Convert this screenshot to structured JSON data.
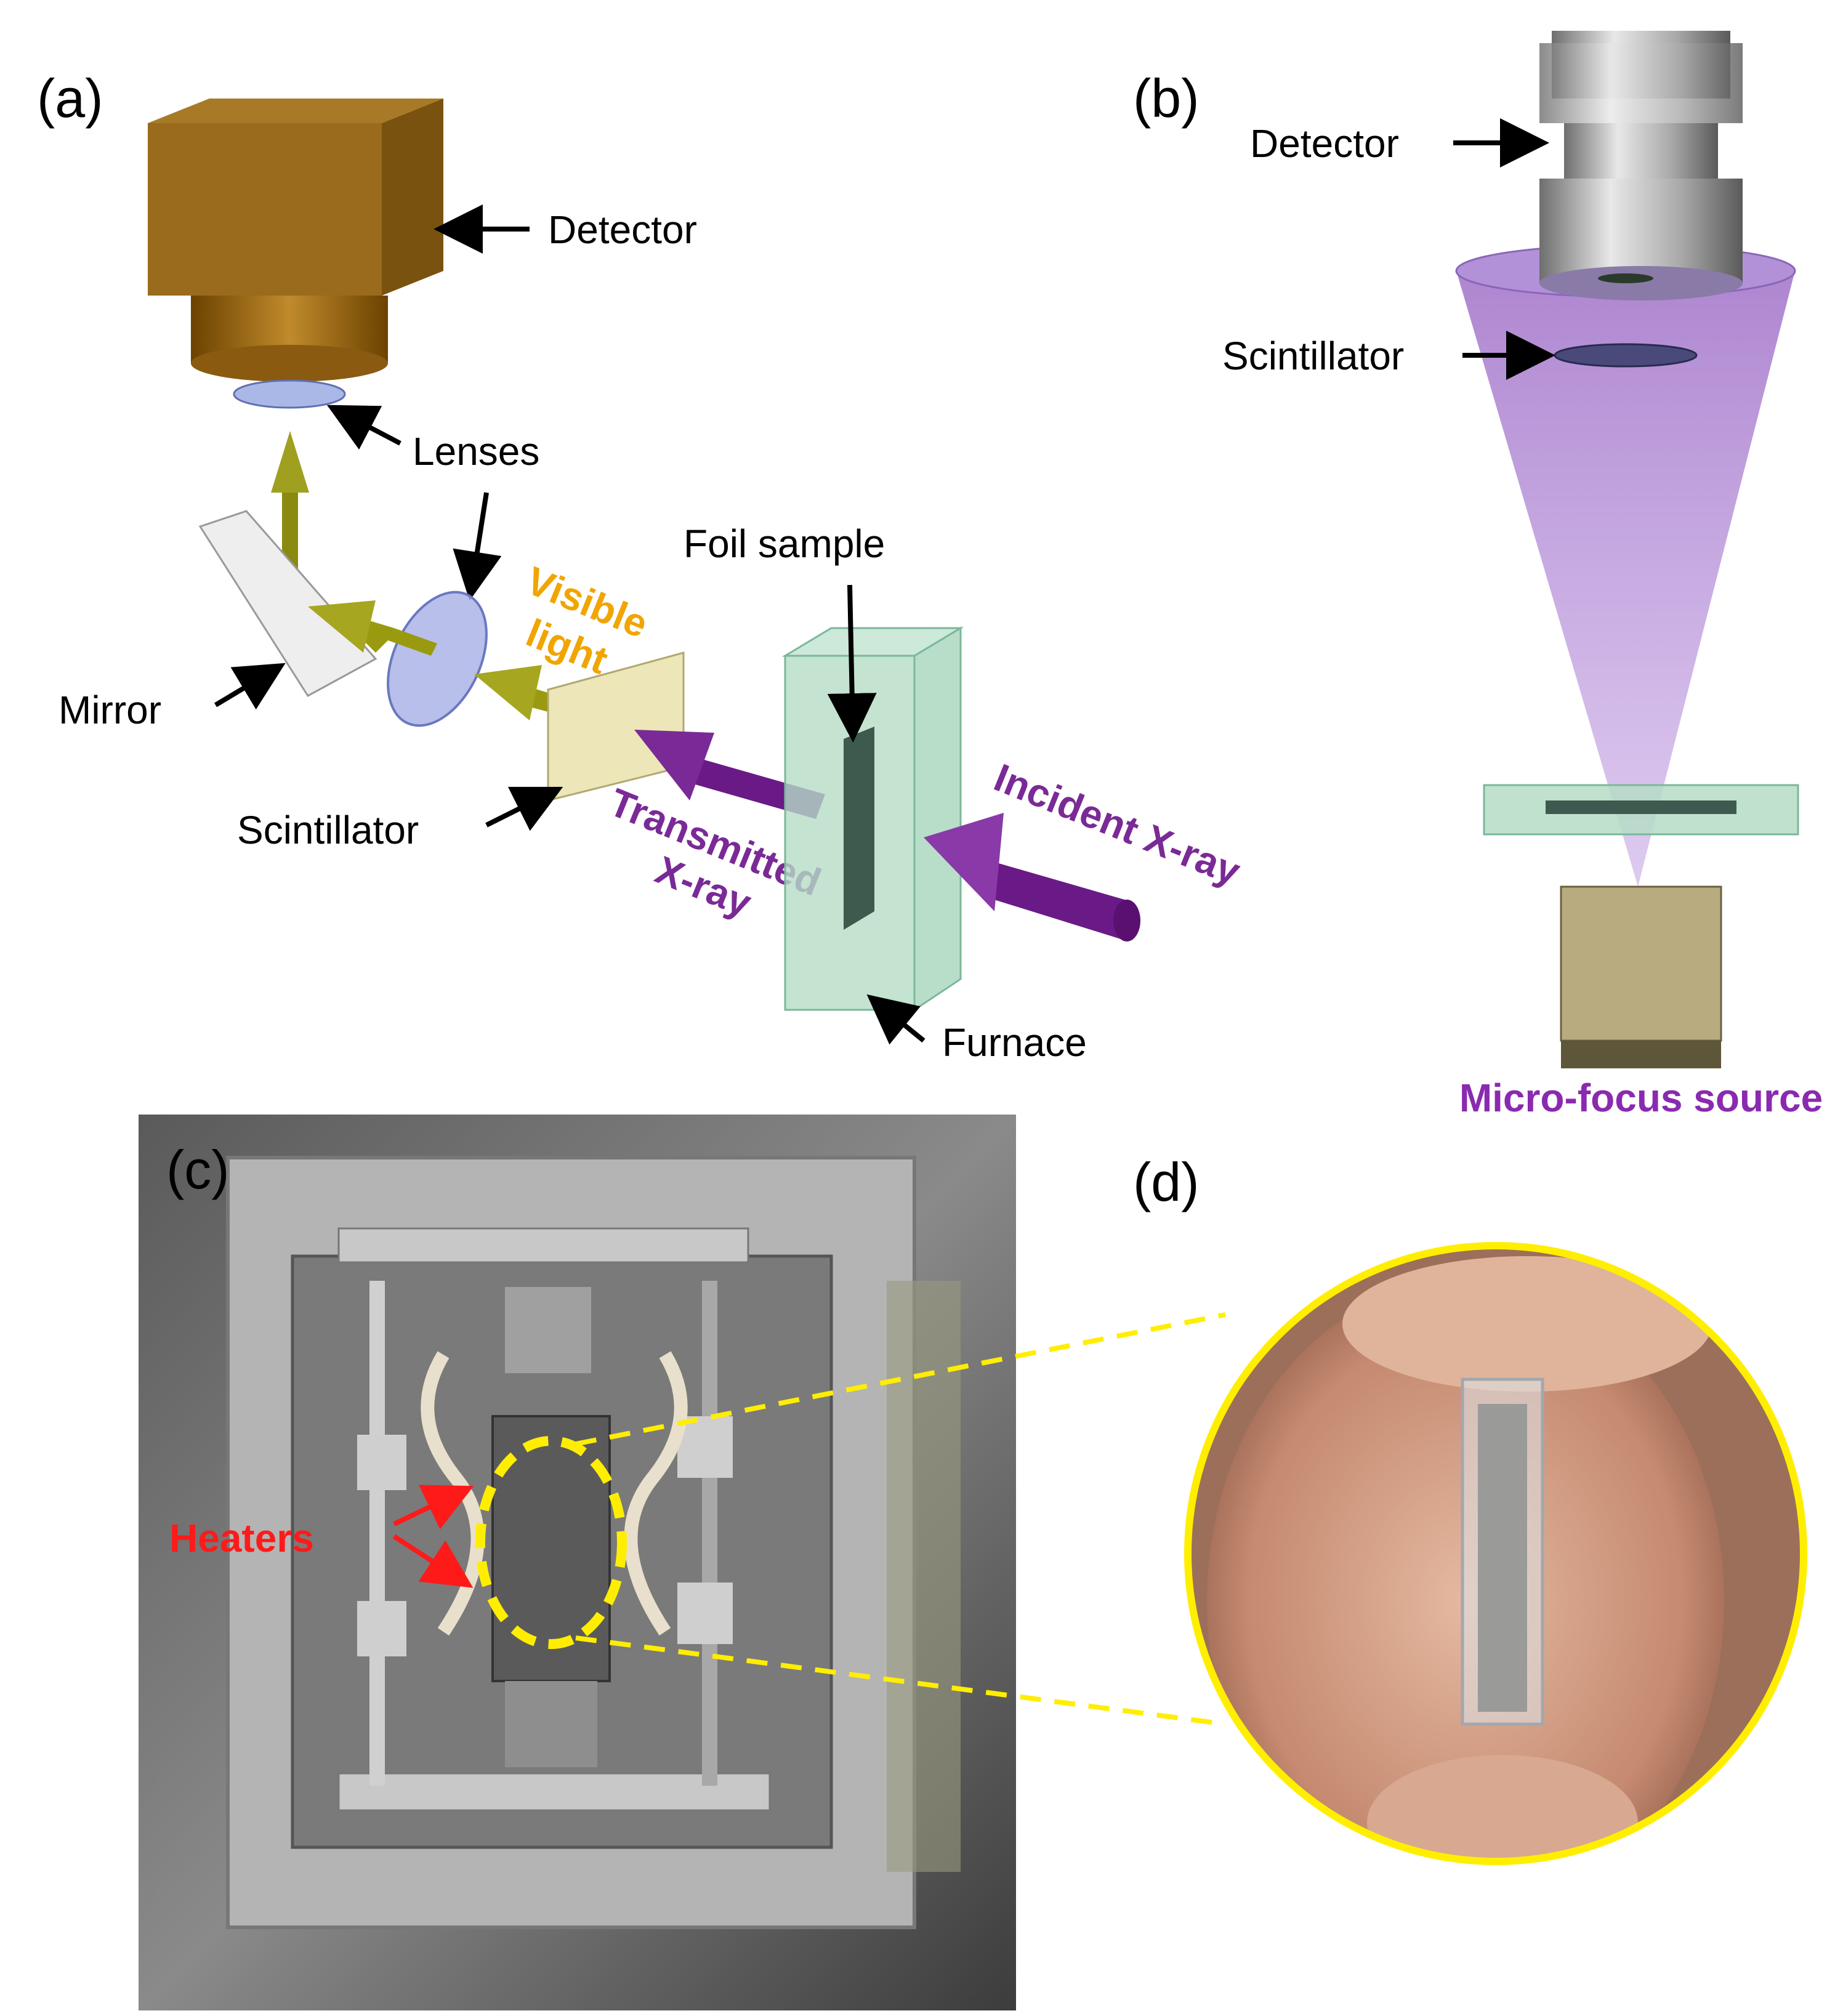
{
  "panels": {
    "a": {
      "label": "(a)",
      "detector": "Detector",
      "lenses": "Lenses",
      "visible_light_1": "Visible",
      "visible_light_2": "light",
      "foil_sample": "Foil sample",
      "mirror": "Mirror",
      "scintillator": "Scintillator",
      "transmitted_1": "Transmitted",
      "transmitted_2": "X-ray",
      "incident": "Incident X-ray",
      "furnace": "Furnace"
    },
    "b": {
      "label": "(b)",
      "detector": "Detector",
      "scintillator": "Scintillator",
      "source": "Micro-focus source"
    },
    "c": {
      "label": "(c)",
      "heaters": "Heaters"
    },
    "d": {
      "label": "(d)"
    }
  },
  "colors": {
    "visible_light": "#f0a500",
    "xray": "#7a2a96",
    "heaters": "#ff1a1a",
    "highlight": "#ffee00",
    "source_text": "#8a2ab0"
  }
}
